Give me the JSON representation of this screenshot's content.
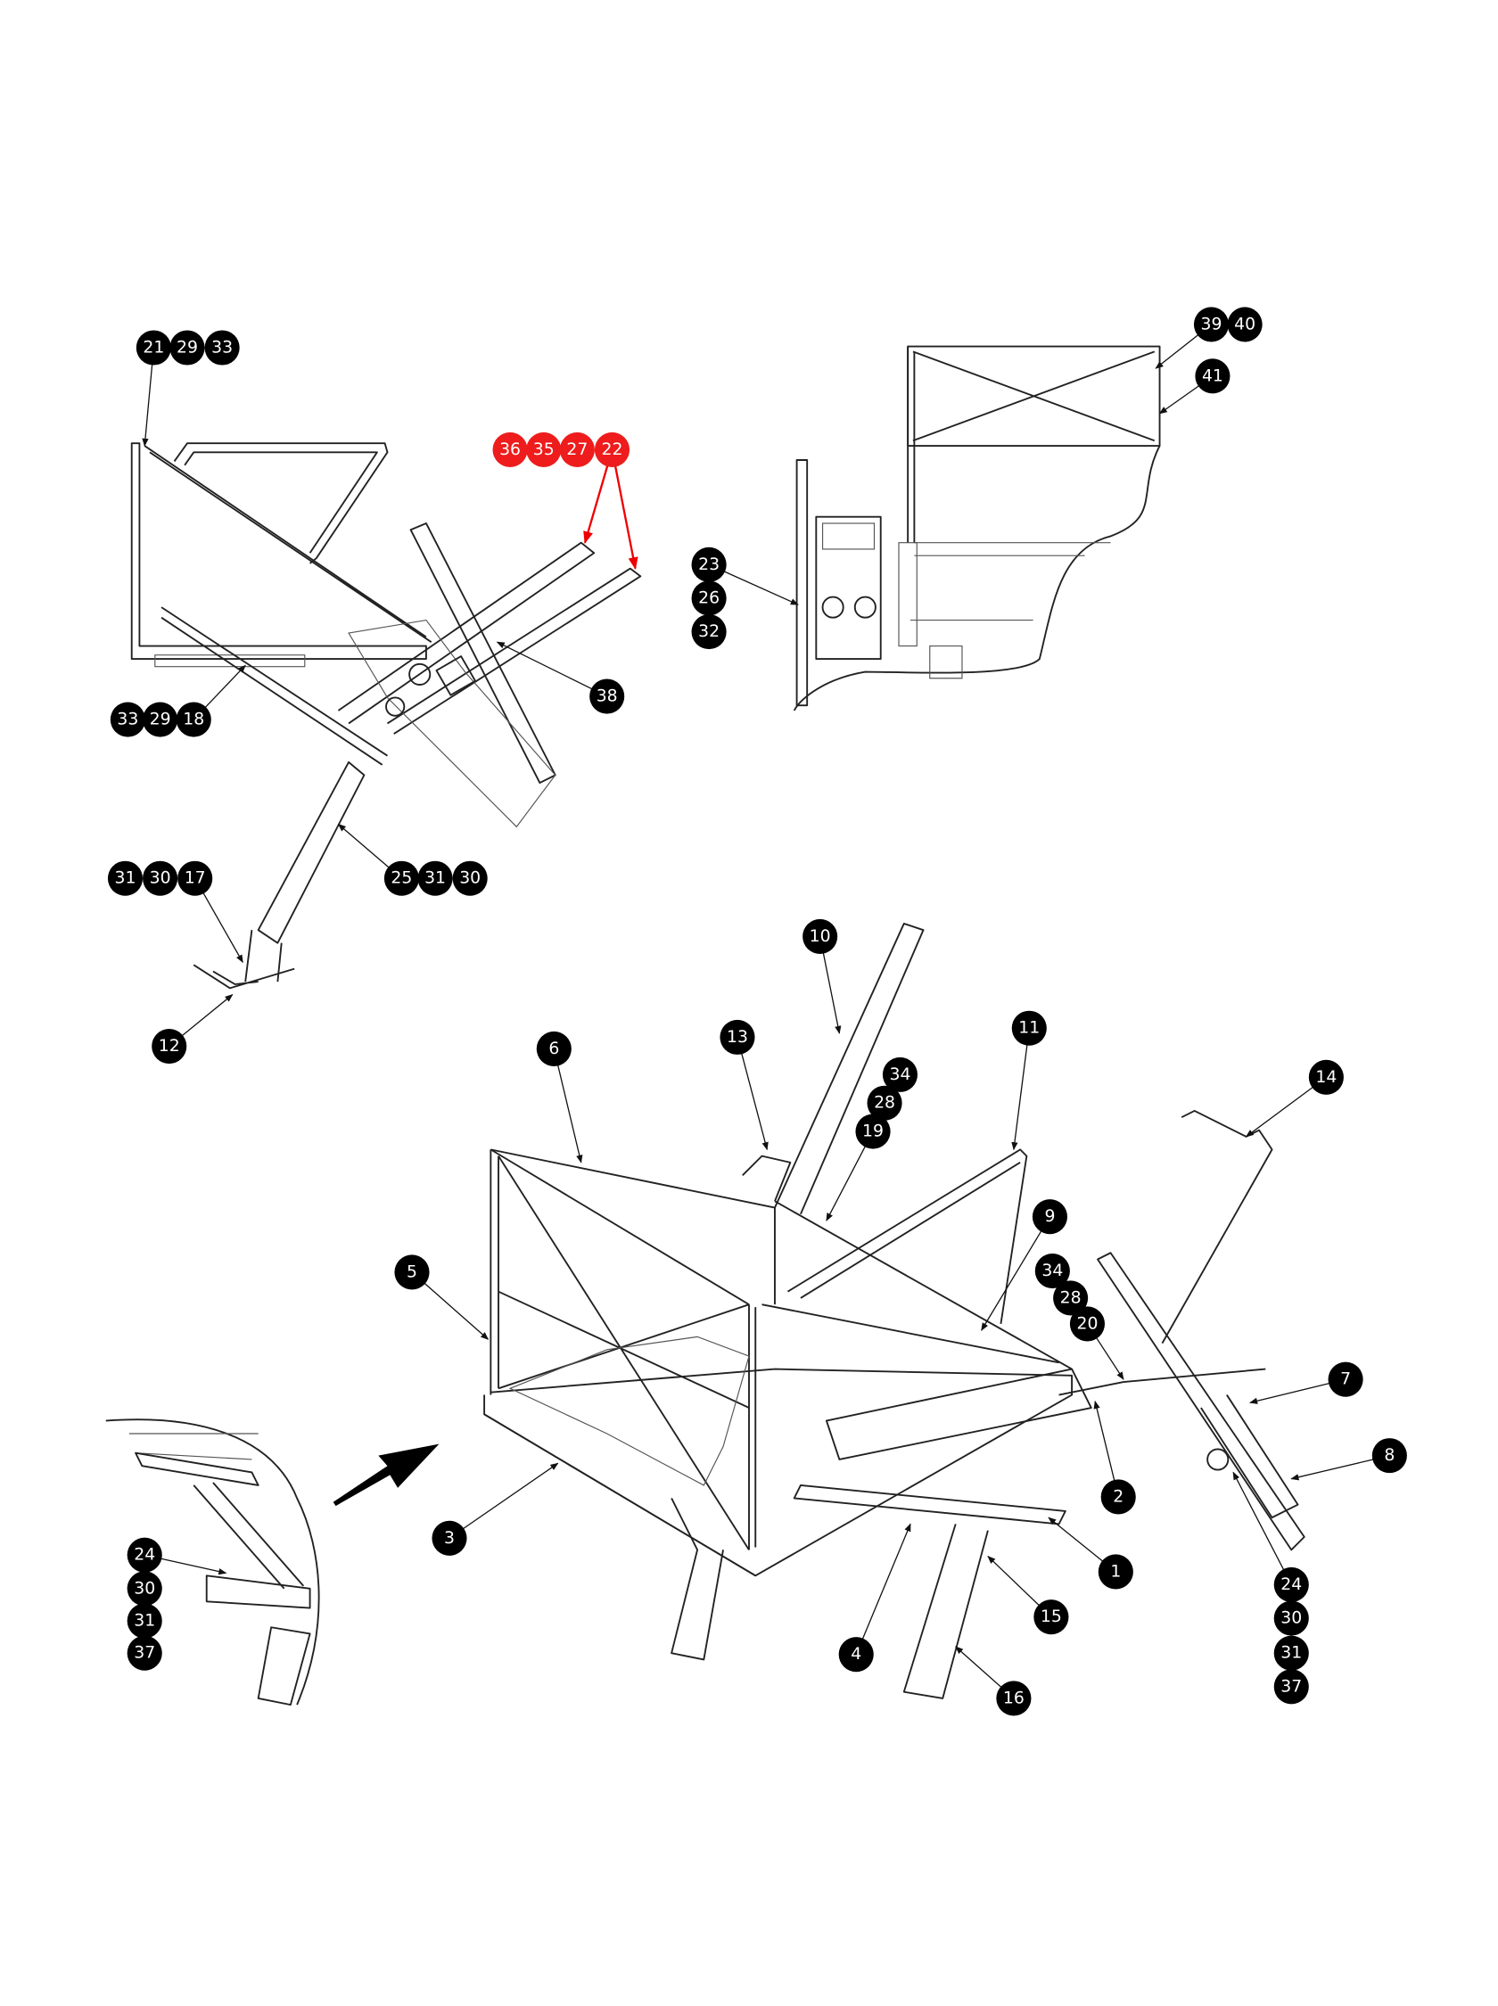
{
  "diagram": {
    "type": "exploded parts diagram",
    "colors": {
      "callout": "#000000",
      "highlight": "#ee1c1c",
      "line": "#222222"
    },
    "callouts": [
      {
        "id": "g-21-29-33",
        "labels": [
          "21",
          "29",
          "33"
        ],
        "color": "black"
      },
      {
        "id": "g-36-35-27-22",
        "labels": [
          "36",
          "35",
          "27",
          "22"
        ],
        "color": "red"
      },
      {
        "id": "g-33-29-18",
        "labels": [
          "33",
          "29",
          "18"
        ],
        "color": "black"
      },
      {
        "id": "g-38",
        "labels": [
          "38"
        ],
        "color": "black"
      },
      {
        "id": "g-31-30-17",
        "labels": [
          "31",
          "30",
          "17"
        ],
        "color": "black"
      },
      {
        "id": "g-25-31-30",
        "labels": [
          "25",
          "31",
          "30"
        ],
        "color": "black"
      },
      {
        "id": "g-12",
        "labels": [
          "12"
        ],
        "color": "black"
      },
      {
        "id": "g-39-40",
        "labels": [
          "39",
          "40"
        ],
        "color": "black"
      },
      {
        "id": "g-41",
        "labels": [
          "41"
        ],
        "color": "black"
      },
      {
        "id": "g-23-26-32",
        "labels": [
          "23",
          "26",
          "32"
        ],
        "color": "black"
      },
      {
        "id": "g-10",
        "labels": [
          "10"
        ],
        "color": "black"
      },
      {
        "id": "g-13",
        "labels": [
          "13"
        ],
        "color": "black"
      },
      {
        "id": "g-34-28-19",
        "labels": [
          "34",
          "28",
          "19"
        ],
        "color": "black"
      },
      {
        "id": "g-11",
        "labels": [
          "11"
        ],
        "color": "black"
      },
      {
        "id": "g-6",
        "labels": [
          "6"
        ],
        "color": "black"
      },
      {
        "id": "g-9",
        "labels": [
          "9"
        ],
        "color": "black"
      },
      {
        "id": "g-5",
        "labels": [
          "5"
        ],
        "color": "black"
      },
      {
        "id": "g-34-28-20",
        "labels": [
          "34",
          "28",
          "20"
        ],
        "color": "black"
      },
      {
        "id": "g-14",
        "labels": [
          "14"
        ],
        "color": "black"
      },
      {
        "id": "g-7",
        "labels": [
          "7"
        ],
        "color": "black"
      },
      {
        "id": "g-8",
        "labels": [
          "8"
        ],
        "color": "black"
      },
      {
        "id": "g-2",
        "labels": [
          "2"
        ],
        "color": "black"
      },
      {
        "id": "g-1",
        "labels": [
          "1"
        ],
        "color": "black"
      },
      {
        "id": "g-3",
        "labels": [
          "3"
        ],
        "color": "black"
      },
      {
        "id": "g-15",
        "labels": [
          "15"
        ],
        "color": "black"
      },
      {
        "id": "g-4",
        "labels": [
          "4"
        ],
        "color": "black"
      },
      {
        "id": "g-16",
        "labels": [
          "16"
        ],
        "color": "black"
      },
      {
        "id": "g-24-30-31-37-left",
        "labels": [
          "24",
          "30",
          "31",
          "37"
        ],
        "color": "black"
      },
      {
        "id": "g-24-30-31-37-right",
        "labels": [
          "24",
          "30",
          "31",
          "37"
        ],
        "color": "black"
      }
    ]
  }
}
